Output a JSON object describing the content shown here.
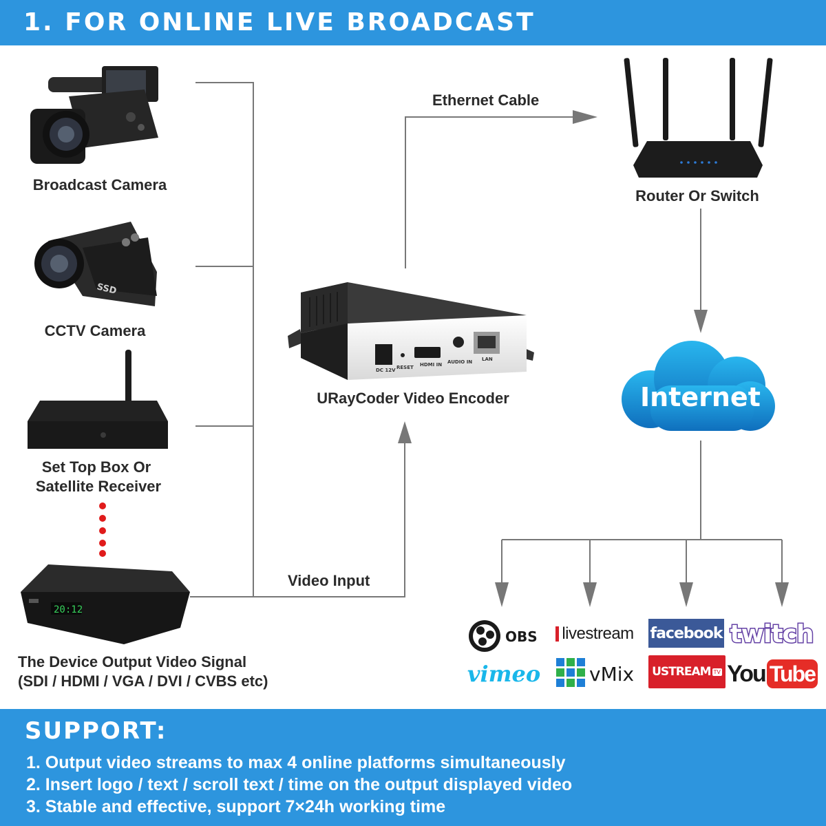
{
  "header": {
    "title": "1. FOR ONLINE LIVE BROADCAST"
  },
  "sources": {
    "broadcast_camera": "Broadcast Camera",
    "cctv_camera": "CCTV Camera",
    "set_top_box_line1": "Set Top Box Or",
    "set_top_box_line2": "Satellite Receiver",
    "device_output_line1": "The Device Output Video Signal",
    "device_output_line2": "(SDI / HDMI / VGA / DVI / CVBS etc)"
  },
  "receiver_display": "20:12",
  "encoder": {
    "name": "URayCoder Video Encoder",
    "ports": [
      "DC 12V",
      "RESET",
      "HDMI IN",
      "AUDIO IN",
      "LAN"
    ]
  },
  "connections": {
    "ethernet": "Ethernet Cable",
    "video_input": "Video Input"
  },
  "router": {
    "name": "Router Or Switch"
  },
  "internet": {
    "label": "Internet"
  },
  "platforms": {
    "obs": "OBS",
    "livestream": "livestream",
    "facebook": "facebook",
    "twitch": "twitch",
    "vimeo": "vimeo",
    "vmix": "vMix",
    "ustream": "USTREAM",
    "ustream_tv": "TV",
    "youtube_you": "You",
    "youtube_tube": "Tube"
  },
  "support": {
    "title": "SUPPORT:",
    "items": [
      "1. Output video streams to max 4 online platforms simultaneously",
      "2. Insert logo / text / scroll text / time on the output displayed video",
      "3. Stable and effective, support 7×24h working time"
    ]
  },
  "colors": {
    "header_bg": "#2d95de",
    "line": "#777777",
    "dots": "#e01b1b",
    "cloud": "#1c8fd6",
    "facebook": "#3b5998",
    "twitch": "#6441a5",
    "youtube": "#e52d27",
    "ustream": "#d8202a"
  }
}
